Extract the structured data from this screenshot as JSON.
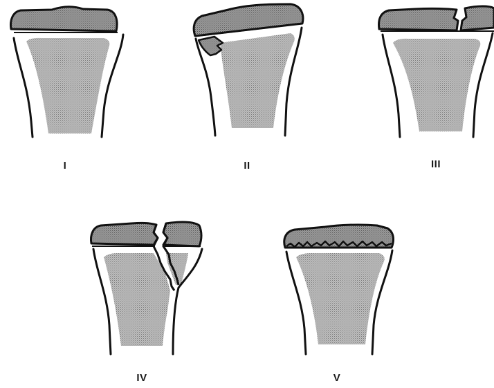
{
  "figure": {
    "labels": {
      "i": "I",
      "ii": "II",
      "iii": "III",
      "iv": "IV",
      "v": "V"
    },
    "colors": {
      "outline": "#111111",
      "epiphysis_fill": "#8c8c8c",
      "metaphysis_fill": "#b3b3b3",
      "background": "#ffffff"
    }
  }
}
